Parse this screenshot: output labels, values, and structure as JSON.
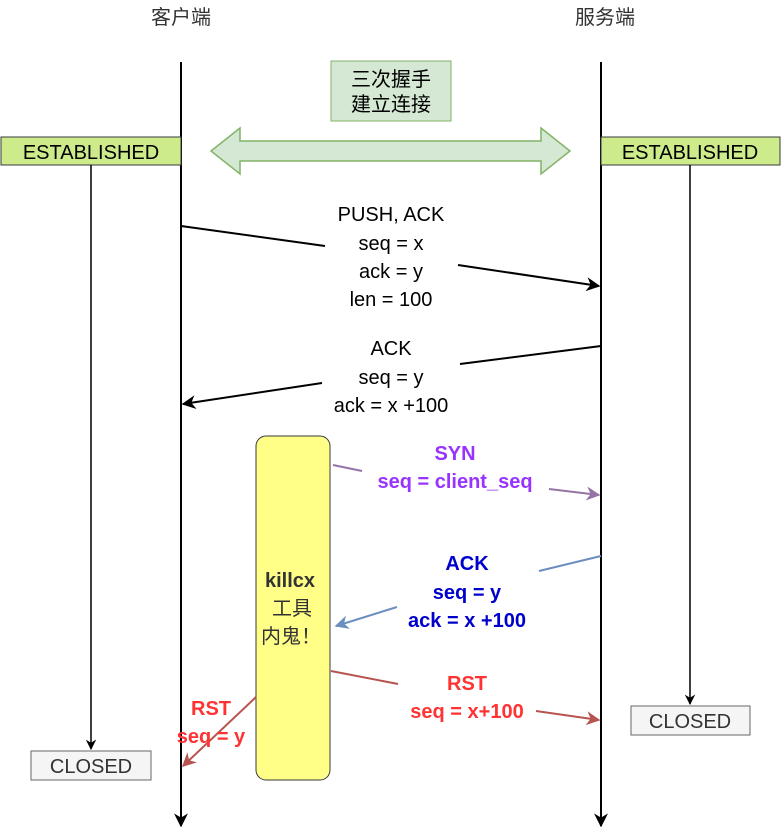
{
  "headers": {
    "client": "客户端",
    "server": "服务端"
  },
  "handshake": {
    "line1": "三次握手",
    "line2": "建立连接"
  },
  "states": {
    "client_established": "ESTABLISHED",
    "server_established": "ESTABLISHED",
    "client_closed": "CLOSED",
    "server_closed": "CLOSED"
  },
  "messages": {
    "push": [
      "PUSH, ACK",
      "seq = x",
      "ack = y",
      "len = 100"
    ],
    "ack": [
      "ACK",
      "seq = y",
      "ack = x +100"
    ],
    "syn": [
      "SYN",
      "seq = client_seq"
    ],
    "ack2": [
      "ACK",
      "seq = y",
      "ack = x +100"
    ],
    "rst_server": [
      "RST",
      "seq = x+100"
    ],
    "rst_client": [
      "RST",
      "seq = y"
    ]
  },
  "tool": {
    "name": "killcx",
    "line2": "工具",
    "line3": "内鬼！"
  },
  "colors": {
    "established_fill": "#cdeb8b",
    "handshake_fill": "#d5e8d4",
    "handshake_stroke": "#82b366",
    "tool_fill": "#ffff88",
    "closed_fill": "#f5f5f5",
    "syn": "#9933ff",
    "syn_arrow": "#9673a6",
    "ack2": "#0000cc",
    "ack2_arrow": "#6c8ebf",
    "rst": "#ff3333",
    "rst_arrow": "#b85450"
  }
}
